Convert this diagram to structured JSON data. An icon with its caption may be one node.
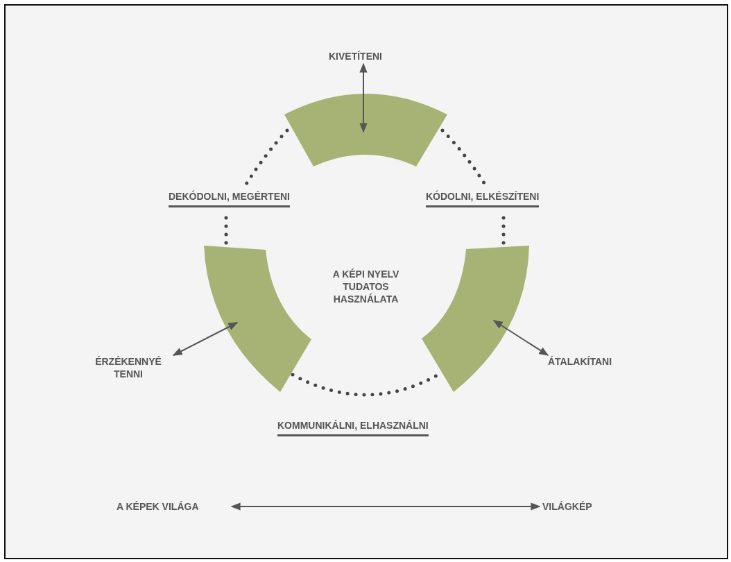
{
  "diagram": {
    "nodes": [
      {
        "text": [
          "KIVETÍTENI"
        ]
      },
      {
        "text": [],
        "shape": "band"
      },
      {
        "text": [
          "DEKÓDOLNI, MEGÉRTENI"
        ]
      },
      {
        "text": [
          "KÓDOLNI, ELKÉSZÍTENI"
        ]
      },
      {
        "text": [],
        "shape": "band"
      },
      {
        "text": [],
        "shape": "band"
      },
      {
        "text": [
          "ÉRZÉKENNYÉ TENNI"
        ]
      },
      {
        "text": [
          "ÁTALAKÍTANI"
        ]
      },
      {
        "text": [
          "A KÉPEK VILÁGA"
        ]
      },
      {
        "text": [
          "VILÁGKÉP"
        ]
      }
    ],
    "edges": [
      {
        "from": 0,
        "to": 1,
        "arrow": "both"
      },
      {
        "from": 1,
        "to": 2,
        "arrow": "none",
        "style": "dashed"
      },
      {
        "from": 1,
        "to": 3,
        "arrow": "none",
        "style": "dashed"
      },
      {
        "from": 4,
        "to": 2,
        "arrow": "none",
        "style": "dashed"
      },
      {
        "from": 5,
        "to": 3,
        "arrow": "none",
        "style": "dashed"
      },
      {
        "from": 4,
        "to": 5,
        "arrow": "none",
        "style": "dashed"
      },
      {
        "from": 6,
        "to": 4,
        "arrow": "both"
      },
      {
        "from": 7,
        "to": 5,
        "arrow": "both"
      },
      {
        "from": 8,
        "to": 9,
        "arrow": "both"
      }
    ],
    "labels": [
      "A KÉPI NYELV TUDATOS HASZNÁLATA",
      "KOMMUNIKÁLNI, ELHASZNÁLNI"
    ]
  }
}
